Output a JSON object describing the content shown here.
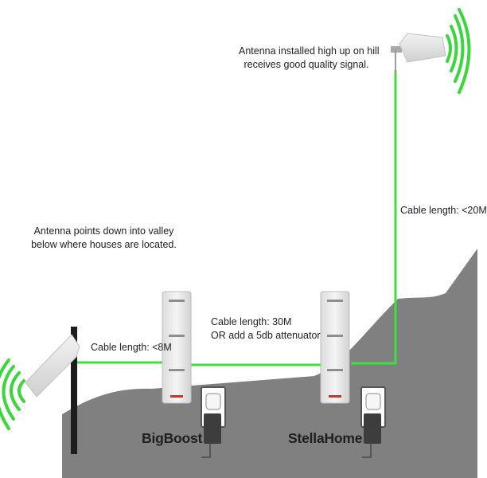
{
  "labels": {
    "top_antenna_line1": "Antenna installed high up on hill",
    "top_antenna_line2": "receives good quality signal.",
    "left_antenna_line1": "Antenna points down into valley",
    "left_antenna_line2": "below where houses are located.",
    "cable_left": "Cable length: <8M",
    "cable_mid_line1": "Cable length: 30M",
    "cable_mid_line2": "OR add a 5db attenuator",
    "cable_right": "Cable length: <20M"
  },
  "devices": {
    "left": "BigBoost",
    "right": "StellaHome"
  },
  "colors": {
    "cable": "#3dde3d",
    "terrain": "#808080",
    "signal": "#3cd63c"
  }
}
